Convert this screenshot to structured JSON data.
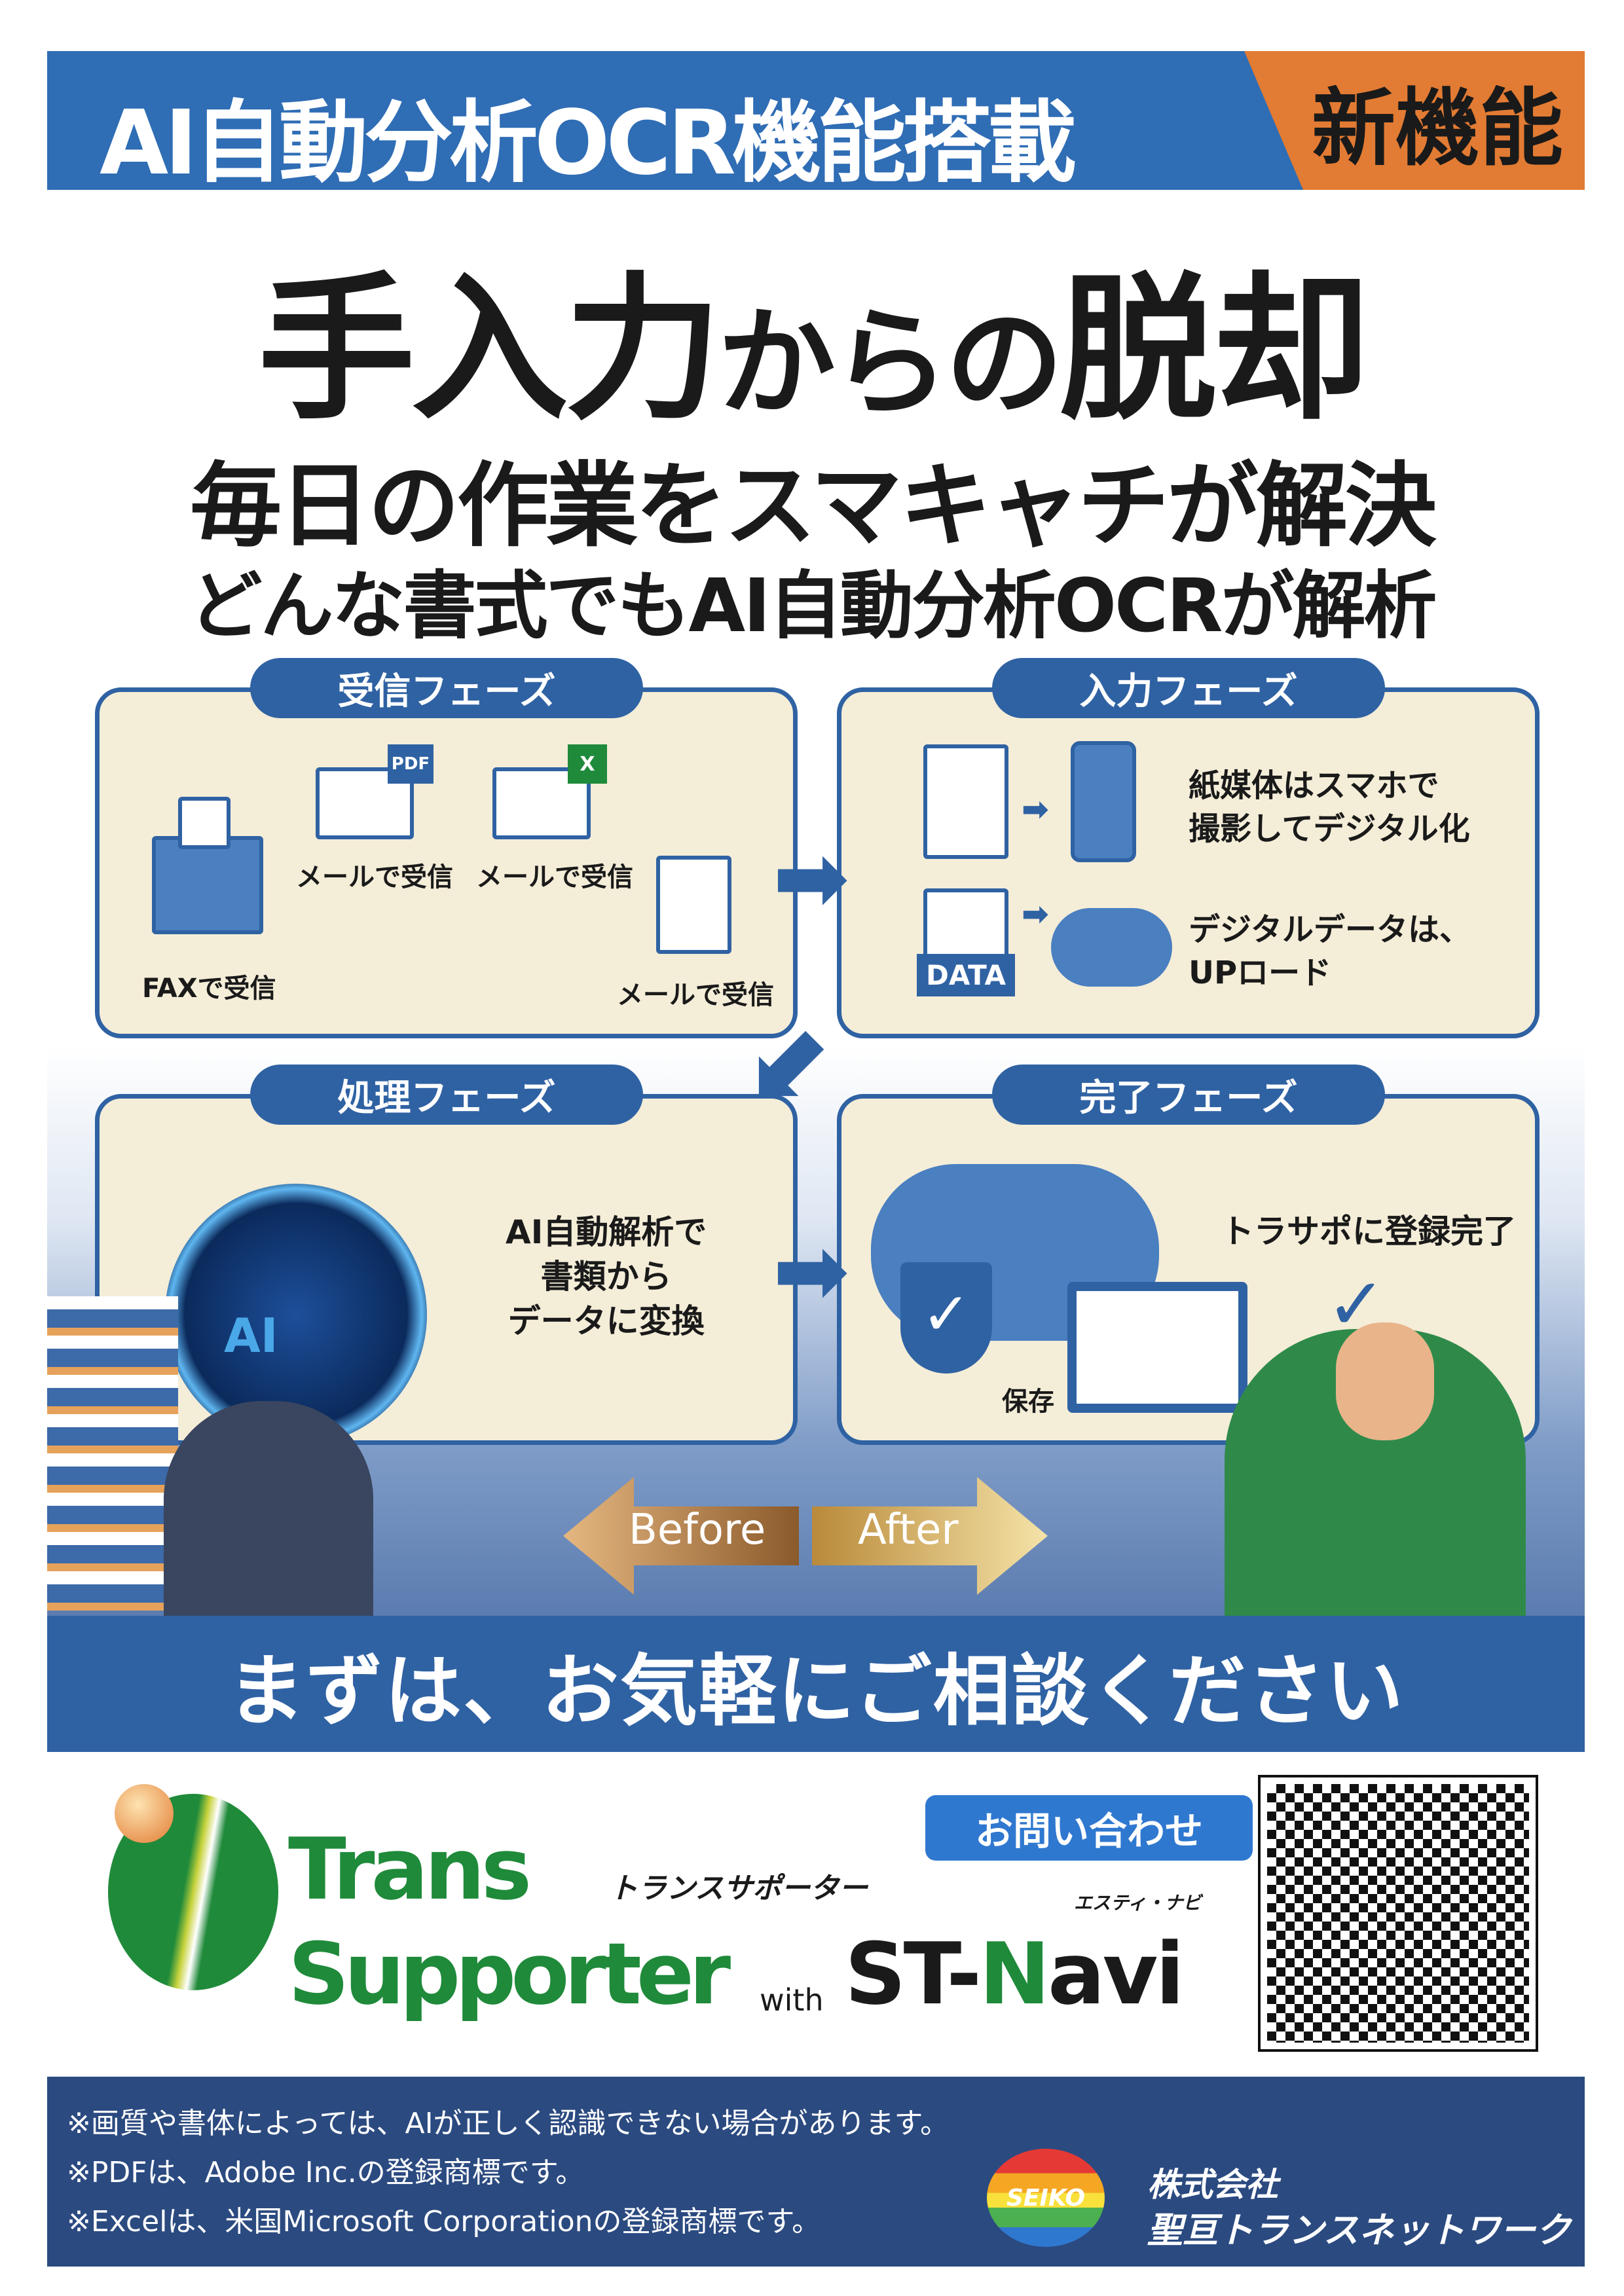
{
  "banner": {
    "title": "AI自動分析OCR機能搭載",
    "badge": "新機能"
  },
  "headline": {
    "main1": "手入力",
    "main2": "からの",
    "main3": "脱却"
  },
  "subheadline1": "毎日の作業をスマキャチが解決",
  "subheadline2": "どんな書式でもAI自動分析OCRが解析",
  "phases": {
    "receive": {
      "title": "受信フェーズ",
      "fax": "FAXで受信",
      "mail_pdf": "メールで受信",
      "mail_excel": "メールで受信",
      "mail_doc": "メールで受信",
      "pdf_tag": "PDF",
      "excel_tag": "X"
    },
    "input": {
      "title": "入力フェーズ",
      "paper_text1": "紙媒体はスマホで",
      "paper_text2": "撮影してデジタル化",
      "digital_text1": "デジタルデータは、",
      "digital_text2": "UPロード",
      "data_tag": "DATA"
    },
    "process": {
      "title": "処理フェーズ",
      "ai_tag": "AI",
      "text1": "AI自動解析で",
      "text2": "書類から",
      "text3": "データに変換"
    },
    "complete": {
      "title": "完了フェーズ",
      "text": "トラサポに登録完了",
      "save": "保存"
    }
  },
  "before_after": {
    "before": "Before",
    "after": "After"
  },
  "cta": "まずは、お気軽にご相談ください",
  "logo": {
    "trans": "Trans",
    "supporter": "Supporter",
    "with": "with",
    "stnavi_st": "ST-",
    "stnavi_n": "N",
    "stnavi_avi": "avi",
    "kana": "トランスサポーター",
    "stnavi_kana": "エスティ・ナビ"
  },
  "contact": {
    "label": "お問い合わせ"
  },
  "footer": {
    "notes": [
      "※画質や書体によっては、AIが正しく認識できない場合があります。",
      "※PDFは、Adobe Inc.の登録商標です。",
      "※Excelは、米国Microsoft Corporationの登録商標です。"
    ],
    "company1": "株式会社",
    "company2": "聖亘トランスネットワーク",
    "seiko_logo": "SEIKO"
  },
  "colors": {
    "blue": "#2f62a3",
    "orange": "#e27b33",
    "green": "#1f8a3a",
    "navy": "#2b4a80",
    "cream": "#f4edd8"
  }
}
